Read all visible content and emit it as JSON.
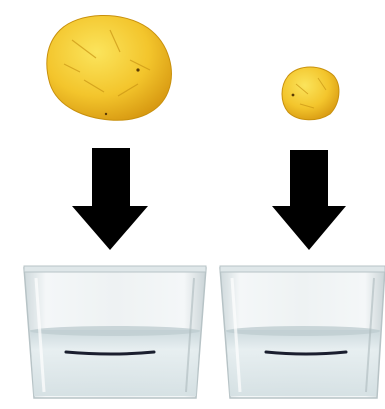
{
  "scene": {
    "background_color": "#ffffff",
    "panels": [
      {
        "id": "left",
        "object": "large-clay-ball",
        "object_color": "#f2c231",
        "arrow": "down-arrow",
        "container": "glass-of-water",
        "water_level_mark": "dark-line"
      },
      {
        "id": "right",
        "object": "small-clay-ball",
        "object_color": "#f2c231",
        "arrow": "down-arrow",
        "container": "glass-of-water",
        "water_level_mark": "dark-line"
      }
    ],
    "arrow_color": "#000000",
    "glass_color": "#e8eef0",
    "water_color": "#d4e2e6",
    "mark_color": "#1a1e2e"
  }
}
